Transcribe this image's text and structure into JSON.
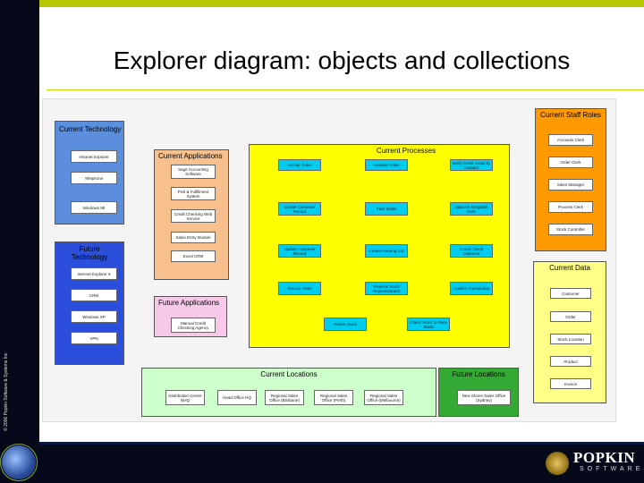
{
  "slide": {
    "title": "Explorer diagram: objects and collections",
    "copyright": "© 2006 Popkin Software & Systems Inc",
    "logo": {
      "name": "POPKIN",
      "sub": "SOFTWARE"
    }
  },
  "groups": {
    "current_technology": {
      "title": "Current Technology",
      "items": [
        "Intranet Explorer",
        "Telephone",
        "Windows 98"
      ]
    },
    "future_technology": {
      "title": "Future Technology",
      "items": [
        "Internet Explorer 6",
        "CRM",
        "Windows XP",
        "VPN"
      ]
    },
    "current_applications": {
      "title": "Current Applications",
      "items": [
        "Sage Accounting Software",
        "Pick & Fulfillment System",
        "Credit Checking Web Service",
        "Sales Entry Module",
        "Excel CRM"
      ]
    },
    "future_applications": {
      "title": "Future Applications",
      "items": [
        "Manual Credit Checking Agency"
      ]
    },
    "current_processes": {
      "title": "Current Processes",
      "items": [
        "Accept Order",
        "Analyse Order",
        "Verify Order Detail by Contact",
        "Create Customer Record",
        "Pack Order",
        "Approve Despatch Note",
        "Update Customer Record",
        "Create Packing List",
        "Credit Check Customer",
        "Record Order",
        "Reserve Stock Replenishment",
        "Confirm Transaction",
        "Return Stock",
        "Check Stock to Pack Stock"
      ]
    },
    "current_staff_roles": {
      "title": "Current Staff Roles",
      "items": [
        "Accounts Clerk",
        "Order Clerk",
        "Sales Manager",
        "Process Clerk",
        "Stock Controller"
      ]
    },
    "current_data": {
      "title": "Current Data",
      "items": [
        "Customer",
        "Order",
        "Stock Location",
        "Product",
        "Invoice"
      ]
    },
    "current_locations": {
      "title": "Current Locations",
      "items": [
        "Distribution Centre NHQ",
        "Head Office HQ",
        "Regional Sales Office (Brisbane)",
        "Regional Sales Office (Perth)",
        "Regional Sales Office (Melbourne)"
      ]
    },
    "future_locations": {
      "title": "Future Locations",
      "items": [
        "New Stores Sales Office (Sydney)"
      ]
    }
  }
}
